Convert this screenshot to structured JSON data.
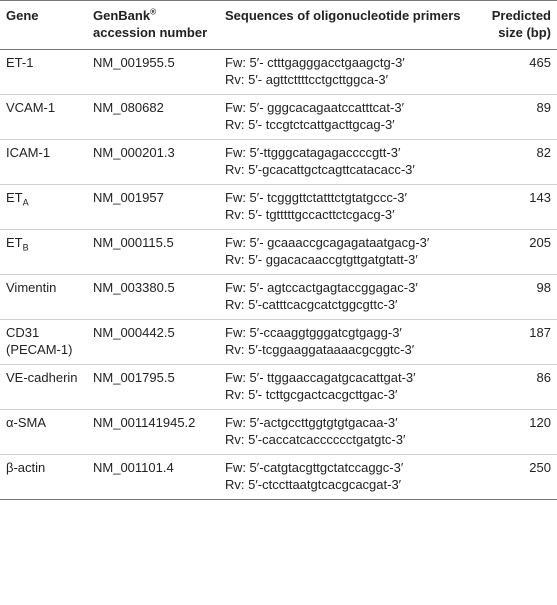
{
  "headers": {
    "gene": "Gene",
    "accession_main": "GenBank",
    "accession_reg": "®",
    "accession_rest": "accession number",
    "sequences": "Sequences of oligonucleotide primers",
    "size": "Predicted size (bp)"
  },
  "rows": [
    {
      "gene": "ET-1",
      "accession": "NM_001955.5",
      "fw": "Fw: 5′- ctttgagggacctgaagctg-3′",
      "rv": "Rv: 5′- agttcttttcctgcttggca-3′",
      "size": "465"
    },
    {
      "gene": "VCAM-1",
      "accession": "NM_080682",
      "fw": "Fw: 5′- gggcacagaatccatttcat-3′",
      "rv": "Rv: 5′- tccgtctcattgacttgcag-3′",
      "size": "89"
    },
    {
      "gene": "ICAM-1",
      "accession": "NM_000201.3",
      "fw": "Fw: 5′-ttgggcatagagaccccgtt-3′",
      "rv": "Rv: 5′-gcacattgctcagttcatacacc-3′",
      "size": "82"
    },
    {
      "gene_main": "ET",
      "gene_sub": "A",
      "accession": "NM_001957",
      "fw": "Fw: 5′- tcgggttctatttctgtatgccc-3′",
      "rv": "Rv: 5′- tgtttttgccacttctcgacg-3′",
      "size": "143"
    },
    {
      "gene_main": "ET",
      "gene_sub": "B",
      "accession": "NM_000115.5",
      "fw": "Fw: 5′- gcaaaccgcagagataatgacg-3′",
      "rv": "Rv: 5′- ggacacaaccgtgttgatgtatt-3′",
      "size": "205"
    },
    {
      "gene": "Vimentin",
      "accession": "NM_003380.5",
      "fw": "Fw: 5′- agtccactgagtaccggagac-3′",
      "rv": "Rv: 5′-catttcacgcatctggcgttc-3′",
      "size": "98"
    },
    {
      "gene": "CD31 (PECAM-1)",
      "accession": "NM_000442.5",
      "fw": "Fw: 5′-ccaaggtgggatcgtgagg-3′",
      "rv": "Rv: 5′-tcggaaggataaaacgcggtc-3′",
      "size": "187"
    },
    {
      "gene": "VE-cadherin",
      "accession": "NM_001795.5",
      "fw": "Fw: 5′- ttggaaccagatgcacattgat-3′",
      "rv": "Rv: 5′- tcttgcgactcacgcttgac-3′",
      "size": "86"
    },
    {
      "gene": "α-SMA",
      "accession": "NM_001141945.2",
      "fw": "Fw: 5′-actgccttggtgtgtgacaa-3′",
      "rv": "Rv: 5′-caccatcacccccctgatgtc-3′",
      "size": "120"
    },
    {
      "gene": "β-actin",
      "accession": "NM_001101.4",
      "fw": "Fw: 5′-catgtacgttgctatccaggc-3′",
      "rv": "Rv: 5′-ctccttaatgtcacgcacgat-3′",
      "size": "250"
    }
  ]
}
